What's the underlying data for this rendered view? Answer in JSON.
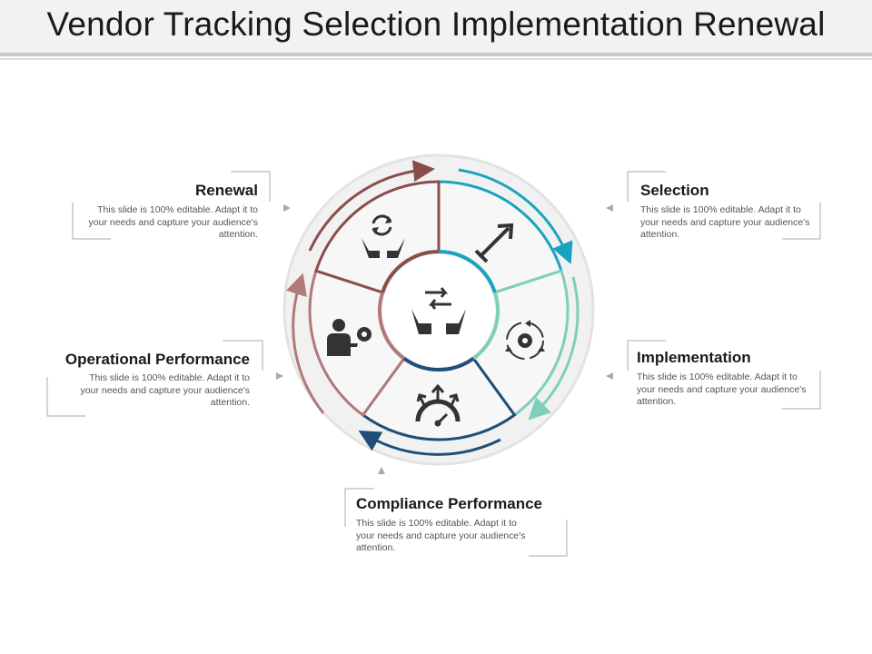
{
  "title": "Vendor Tracking Selection Implementation Renewal",
  "stages": [
    {
      "title": "Selection",
      "body": "This slide is 100% editable. Adapt it to your needs and capture your audience's attention.",
      "color": "#1aa3bf",
      "icon": "cursor-arrow-icon"
    },
    {
      "title": "Implementation",
      "body": "This slide is 100% editable. Adapt it to your needs and capture your audience's attention.",
      "color": "#7fcfb8",
      "icon": "gear-cycle-icon"
    },
    {
      "title": "Compliance Performance",
      "body": "This slide is 100% editable. Adapt it to your needs and capture your audience's attention.",
      "color": "#1f4e79",
      "icon": "speedometer-arrows-icon"
    },
    {
      "title": "Operational Performance",
      "body": "This slide is 100% editable. Adapt it to your needs and capture your audience's attention.",
      "color": "#b07a78",
      "icon": "businessman-gear-icon"
    },
    {
      "title": "Renewal",
      "body": "This slide is 100% editable. Adapt it to your needs and capture your audience's attention.",
      "color": "#8a4e4a",
      "icon": "hands-refresh-icon"
    }
  ],
  "center_icon": "hands-exchange-icon"
}
